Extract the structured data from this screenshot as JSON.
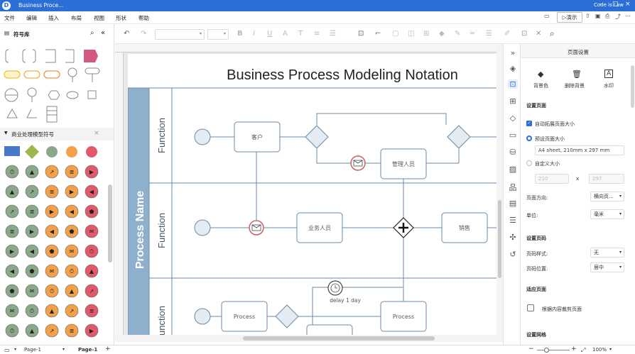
{
  "titlebar": {
    "title": "Business Proce...",
    "account": "Code is Law"
  },
  "menubar": {
    "items": [
      "文件",
      "编辑",
      "插入",
      "布局",
      "视图",
      "形状",
      "帮助"
    ],
    "demo_label": "演示"
  },
  "leftpanel": {
    "library_title": "符号库",
    "section_title": "商业处理模型符号"
  },
  "diagram": {
    "title": "Business Process Modeling Notation",
    "pool_label": "Process Name",
    "lanes": [
      "Function",
      "Function",
      "Function"
    ],
    "nodes": {
      "customer": "客户",
      "manager": "管理人员",
      "staff": "业务人员",
      "sales": "销售",
      "process_a": "Process",
      "process_b": "Process",
      "timer_label": "delay 1 day"
    }
  },
  "rightpanel": {
    "header": "页面设置",
    "bg_color": "背景色",
    "delete_bg": "删除背景",
    "watermark": "水印",
    "page_setup": "设置页面",
    "auto_expand": "自动拓展页面大小",
    "preset_size": "预设页面大小",
    "preset_value": "A4 sheet, 210mm x 297 mm",
    "custom_size": "自定义大小",
    "width": "210",
    "height": "297",
    "x_sep": "x",
    "orientation_label": "页面方向:",
    "orientation_value": "横向页...",
    "unit_label": "单位:",
    "unit_value": "毫米",
    "page_number": "设置页码",
    "pn_style_label": "页码样式:",
    "pn_style_value": "无",
    "pn_pos_label": "页码位置:",
    "pn_pos_value": "居中",
    "fit_page": "适应页面",
    "fit_content": "根据内容裁剪页面",
    "grid": "设置网格"
  },
  "statusbar": {
    "page_tab_a": "Page-1",
    "page_tab_b": "Page-1",
    "add": "+",
    "zoom": "100%"
  },
  "colors": {
    "accent": "#2b6fd6",
    "pool": "#8fb0cc",
    "stroke": "#6b8aa6"
  }
}
